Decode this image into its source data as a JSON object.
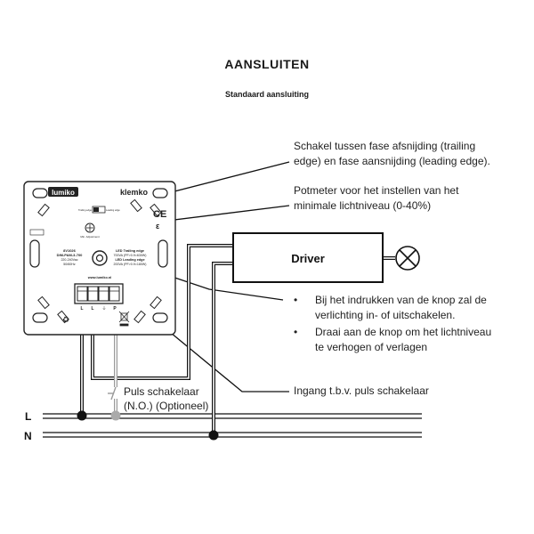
{
  "title": "AANSLUITEN",
  "subtitle": "Standaard aansluiting",
  "callouts": {
    "trailing_edge": [
      "Schakel tussen fase afsnijding (trailing",
      "edge) en fase aansnijding (leading edge)."
    ],
    "potmeter": [
      "Potmeter voor het instellen van het",
      "minimale lichtniveau (0-40%)"
    ],
    "knob": {
      "bullet1": [
        "Bij het indrukken van de knop zal de",
        "verlichting in- of uitschakelen."
      ],
      "bullet2": [
        "Draai aan de knop om het lichtniveau",
        "te verhogen of verlagen"
      ]
    },
    "switch_input": "Ingang t.b.v. puls schakelaar"
  },
  "driver_label": "Driver",
  "puls_switch_label": [
    "Puls schakelaar",
    "(N.O.) (Optioneel)"
  ],
  "lines": {
    "L": "L",
    "N": "N"
  },
  "dimmer": {
    "brand_left": "lumiko",
    "brand_right": "klemko",
    "ce_mark": "CE",
    "switch_label_left": "Trailing edge",
    "switch_label_right": "Leading edge",
    "min_label": "Min. Adjustment",
    "model_code": "8V1026",
    "model_name": "DIM-PAM-3-700",
    "voltage": "220-240Vac",
    "frequency": "50/60Hz",
    "spec_trailing_title": "LED Trailing edge",
    "spec_trailing": "700VA (PF>0.9=630W)",
    "spec_leading_title": "LED Leading edge",
    "spec_leading": "200VA (PF>0.9=180W)",
    "website": "www.lumiko.nl",
    "terminal_labels": [
      "L",
      "L",
      "⏚",
      "P"
    ]
  }
}
